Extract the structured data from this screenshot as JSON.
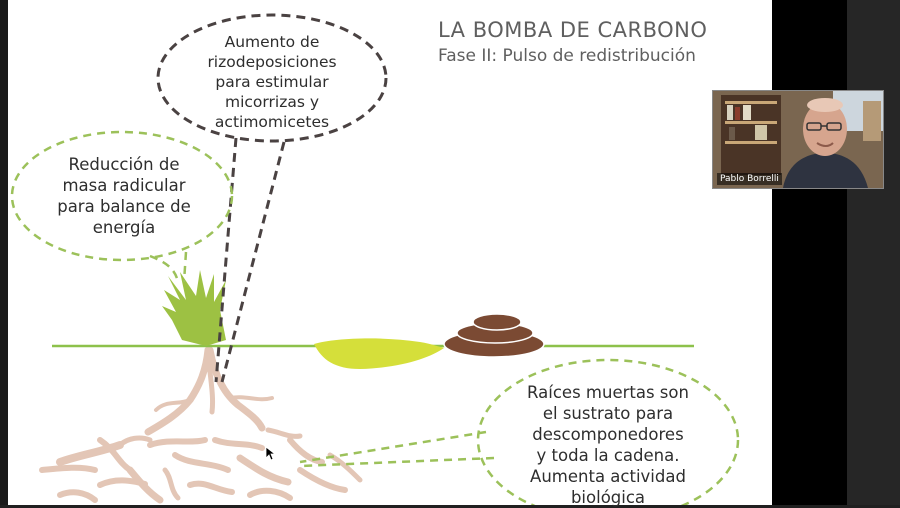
{
  "slide": {
    "title": "LA BOMBA DE CARBONO",
    "subtitle": "Fase II: Pulso de redistribución",
    "bubbles": {
      "rizodeposiciones": [
        "Aumento de",
        "rizodeposiciones",
        "para estimular",
        "micorrizas y",
        "actimomicetes"
      ],
      "masa_radicular": [
        "Reducción de",
        "masa radicular",
        "para balance de",
        "energía"
      ],
      "raices_muertas": [
        "Raíces muertas son",
        "el sustrato para",
        "descomponedores",
        "y toda la cadena.",
        "Aumenta actividad",
        "biológica"
      ]
    }
  },
  "video": {
    "participant_name": "Pablo Borrelli"
  },
  "colors": {
    "ground_line": "#8dc14b",
    "bubble_green": "#9cc15a",
    "bubble_dark": "#4a4242",
    "grass": "#9dc143",
    "yellow_blob": "#d5df3a",
    "dung": "#7b4a33",
    "roots": "#e3c6b6",
    "title_text": "#5f5f5f"
  },
  "icons": [
    "cursor-icon"
  ]
}
